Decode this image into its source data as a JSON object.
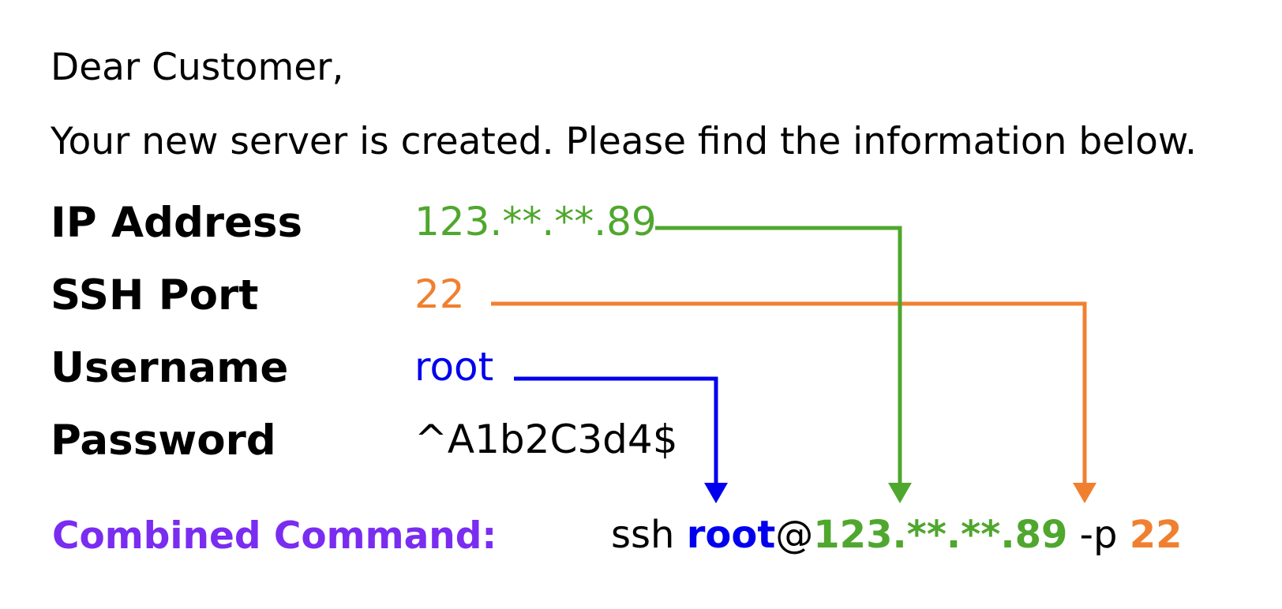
{
  "greeting": "Dear Customer,",
  "intro": "Your new server is created. Please find the information below.",
  "fields": [
    {
      "label": "IP Address",
      "value": "123.**.**.89",
      "color": "#4fa72e"
    },
    {
      "label": "SSH Port",
      "value": "22",
      "color": "#f08030"
    },
    {
      "label": "Username",
      "value": "root",
      "color": "#0000ee"
    },
    {
      "label": "Password",
      "value": "^A1b2C3d4$",
      "color": "#000000"
    }
  ],
  "combined": {
    "label": "Combined Command:",
    "label_color": "#7a2cf0",
    "ssh": "ssh ",
    "user": "root",
    "at": "@",
    "ip": "123.**.**.89",
    "port_flag": " -p ",
    "port": "22"
  },
  "arrows": [
    {
      "from": "ip-value",
      "to": "command-ip",
      "color": "#4fa72e"
    },
    {
      "from": "port-value",
      "to": "command-port",
      "color": "#f08030"
    },
    {
      "from": "username-value",
      "to": "command-user",
      "color": "#0000ee"
    }
  ]
}
